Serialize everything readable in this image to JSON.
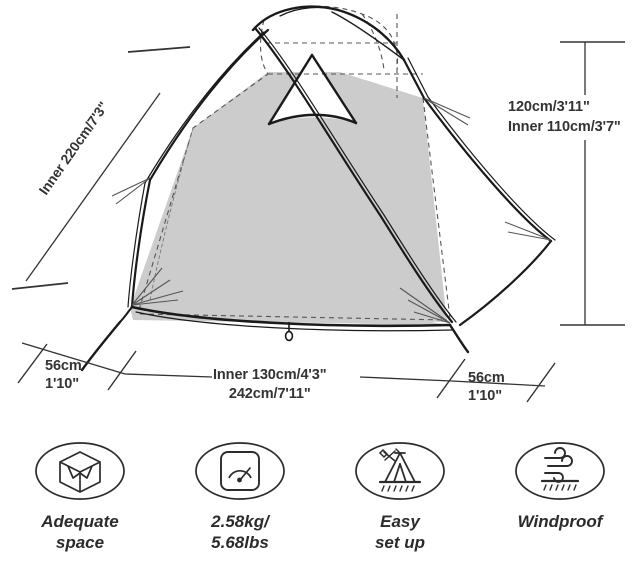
{
  "diagram": {
    "title": "Tent dimension diagram",
    "colors": {
      "body_fill": "#cccccc",
      "outline": "#1a1a1a",
      "dashed_inner": "#555555",
      "dimension_line": "#333333",
      "text": "#333333"
    },
    "dimensions": {
      "left_diagonal": "Inner 220cm/7'3\"",
      "right_height_outer": "120cm/3'11\"",
      "right_height_inner": "Inner 110cm/3'7\"",
      "bottom_left_cm": "56cm",
      "bottom_left_ft": "1'10\"",
      "bottom_center_inner": "Inner 130cm/4'3\"",
      "bottom_center_outer": "242cm/7'11\"",
      "bottom_right_cm": "56cm",
      "bottom_right_ft": "1'10\""
    }
  },
  "features": [
    {
      "icon": "open-box-icon",
      "label": "Adequate\nspace"
    },
    {
      "icon": "weight-gauge-icon",
      "label": "2.58kg/\n5.68lbs"
    },
    {
      "icon": "tent-tools-icon",
      "label": "Easy\nset up"
    },
    {
      "icon": "wind-icon",
      "label": "Windproof"
    }
  ]
}
